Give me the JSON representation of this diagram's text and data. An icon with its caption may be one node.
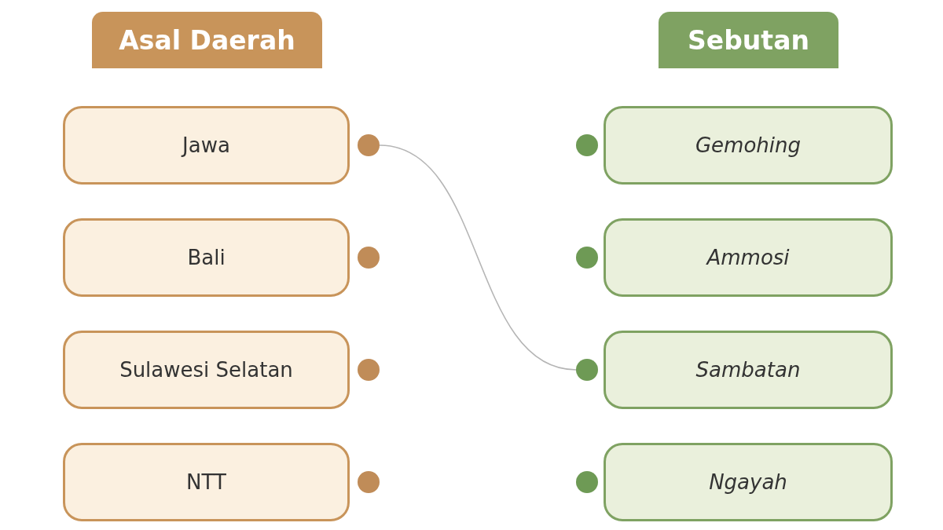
{
  "diagram": {
    "nodes": [
      {
        "text": [
          "Asal Daerah"
        ]
      },
      {
        "text": [
          "Sebutan"
        ]
      },
      {
        "text": [
          "Jawa"
        ]
      },
      {
        "text": [
          "Bali"
        ]
      },
      {
        "text": [
          "Sulawesi Selatan"
        ]
      },
      {
        "text": [
          "NTT"
        ]
      },
      {
        "text": [],
        "shape": "circle"
      },
      {
        "text": [],
        "shape": "circle"
      },
      {
        "text": [],
        "shape": "circle"
      },
      {
        "text": [],
        "shape": "circle"
      },
      {
        "text": [],
        "shape": "circle"
      },
      {
        "text": [],
        "shape": "circle"
      },
      {
        "text": [],
        "shape": "circle"
      },
      {
        "text": [],
        "shape": "circle"
      },
      {
        "text": [
          "Gemohing"
        ]
      },
      {
        "text": [
          "Ammosi"
        ]
      },
      {
        "text": [
          "Sambatan"
        ]
      },
      {
        "text": [
          "Ngayah"
        ]
      }
    ],
    "edges": [
      {
        "from": 6,
        "to": 12,
        "arrow": "none"
      }
    ]
  }
}
